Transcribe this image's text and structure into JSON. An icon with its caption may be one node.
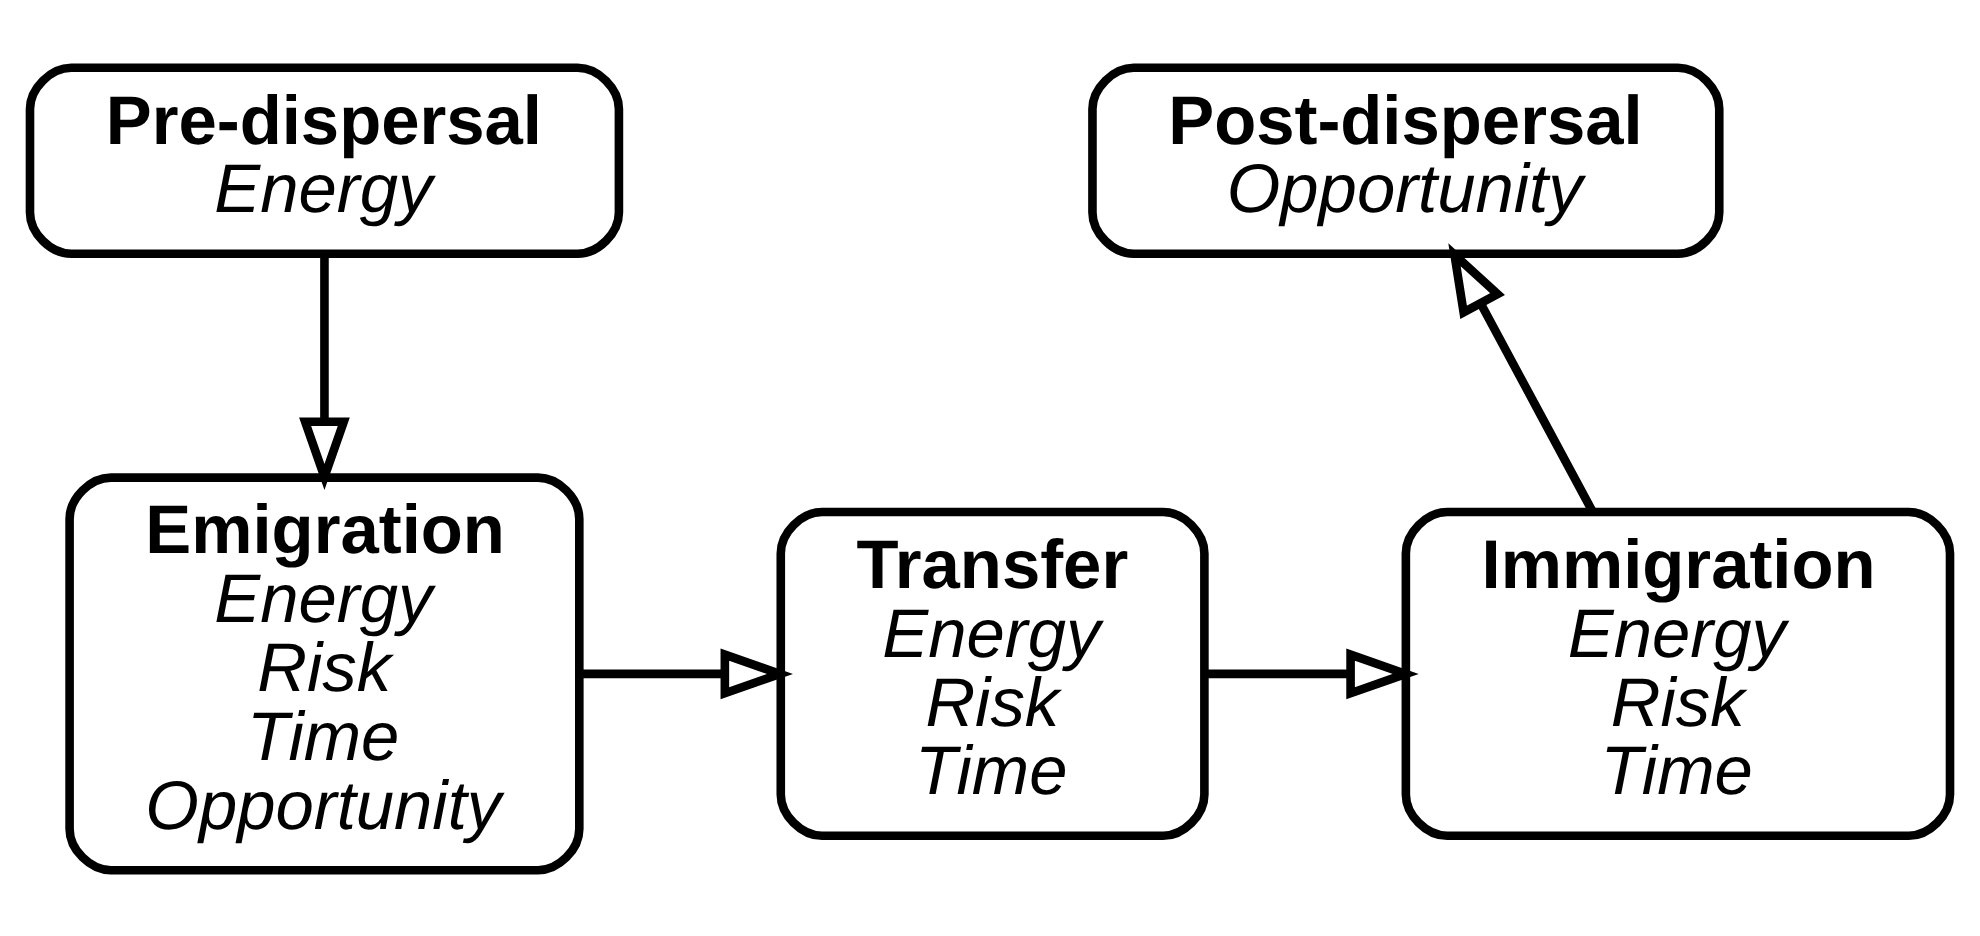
{
  "diagram": {
    "nodes": [
      {
        "text": [
          "Pre-dispersal",
          "Energy"
        ]
      },
      {
        "text": [
          "Emigration",
          "Energy",
          "Risk",
          "Time",
          "Opportunity"
        ]
      },
      {
        "text": [
          "Transfer",
          "Energy",
          "Risk",
          "Time"
        ]
      },
      {
        "text": [
          "Immigration",
          "Energy",
          "Risk",
          "Time"
        ]
      },
      {
        "text": [
          "Post-dispersal",
          "Opportunity"
        ]
      }
    ],
    "edges": [
      {
        "from": 0,
        "to": 1,
        "arrow": "to"
      },
      {
        "from": 1,
        "to": 2,
        "arrow": "to"
      },
      {
        "from": 2,
        "to": 3,
        "arrow": "to"
      },
      {
        "from": 3,
        "to": 4,
        "arrow": "to"
      }
    ]
  }
}
